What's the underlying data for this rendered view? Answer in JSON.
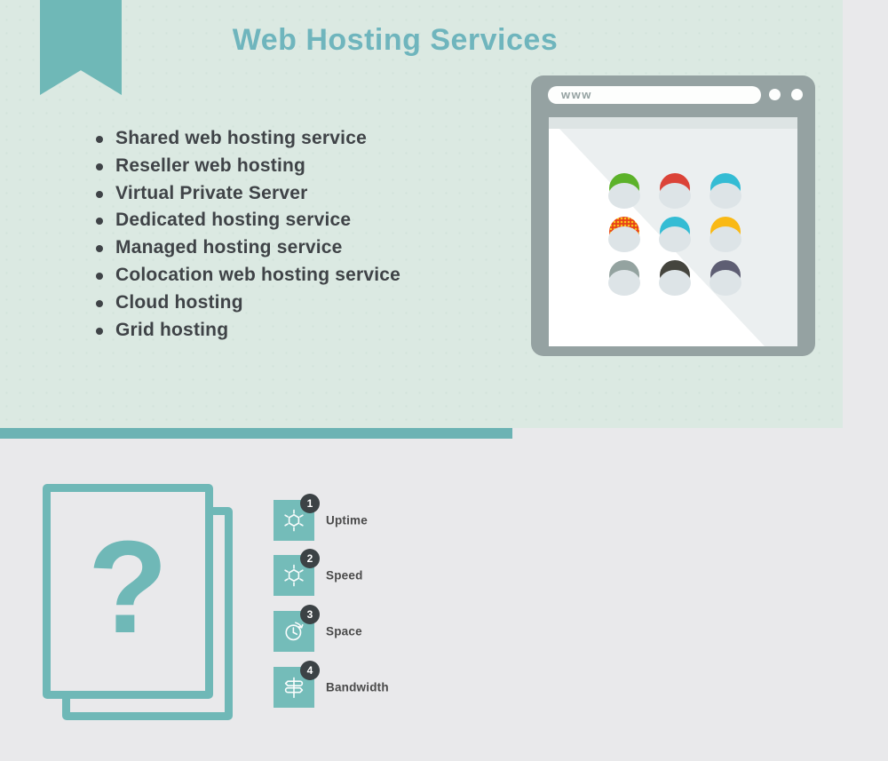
{
  "colors": {
    "background": "#e9e9eb",
    "panel_mint": "#dbe9e2",
    "accent_teal": "#6fb8b7",
    "title_teal": "#6fb5bd",
    "text_dark": "#3f4347",
    "browser_frame": "#95a2a2",
    "badge_dark": "#3c4245"
  },
  "header": {
    "title": "Web Hosting Services"
  },
  "hosting_list": {
    "items": [
      "Shared web hosting service",
      "Reseller web hosting",
      "Virtual Private Server",
      "Dedicated hosting service",
      "Managed hosting service",
      "Colocation web hosting service",
      "Cloud hosting",
      "Grid hosting"
    ]
  },
  "browser": {
    "address_text": "www",
    "dots": [
      {
        "name": "green-dot",
        "color": "#5cb22a"
      },
      {
        "name": "red-dot",
        "color": "#db4338"
      },
      {
        "name": "cyan-dot",
        "color": "#34bcd4"
      },
      {
        "name": "orange-halftone-dot",
        "color": "#e84418"
      },
      {
        "name": "cyan-dot",
        "color": "#34bcd4"
      },
      {
        "name": "yellow-dot",
        "color": "#f9b915"
      },
      {
        "name": "gray-dot",
        "color": "#94a3a0"
      },
      {
        "name": "charcoal-dot",
        "color": "#45453e"
      },
      {
        "name": "slate-dot",
        "color": "#5e5e73"
      }
    ]
  },
  "question_card": {
    "glyph": "?"
  },
  "features": {
    "items": [
      {
        "number": "1",
        "label": "Uptime",
        "icon": "sun-icon"
      },
      {
        "number": "2",
        "label": "Speed",
        "icon": "sun-icon"
      },
      {
        "number": "3",
        "label": "Space",
        "icon": "timer-icon"
      },
      {
        "number": "4",
        "label": "Bandwidth",
        "icon": "signpost-icon"
      }
    ]
  }
}
